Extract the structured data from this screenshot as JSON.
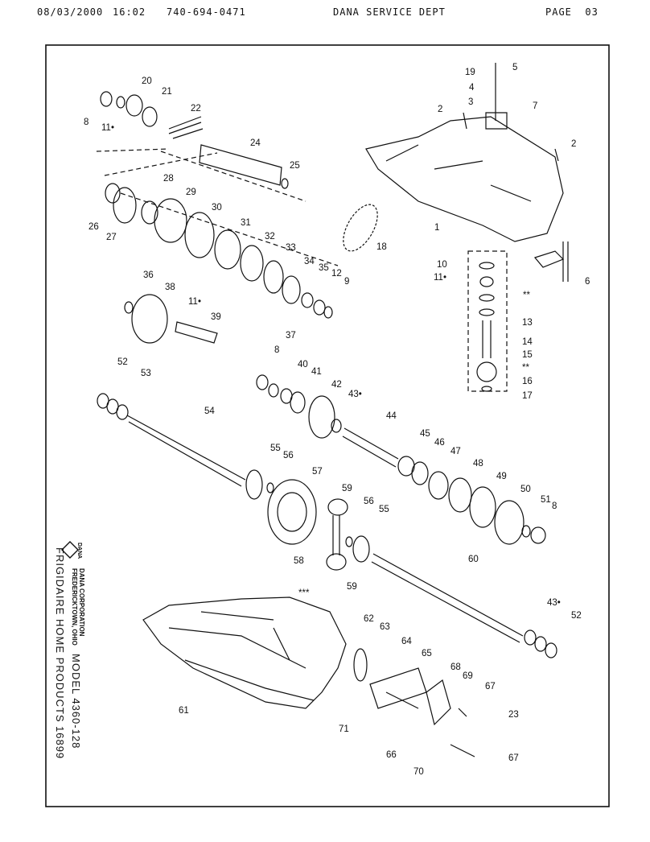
{
  "header": {
    "date": "08/03/2000",
    "time": "16:02",
    "phone": "740-694-0471",
    "sender": "DANA SERVICE DEPT",
    "page": "PAGE  03"
  },
  "sidebar": {
    "logo_text": "DANA",
    "corp_name": "DANA CORPORATION",
    "corp_city": "FREDERICKTOWN, OHIO",
    "brand": "FRIGIDAIRE HOME PRODUCTS",
    "model": "MODEL  4360-128",
    "serial": "16899"
  },
  "callouts": [
    "20",
    "21",
    "22",
    "8",
    "11•",
    "24",
    "25",
    "28",
    "29",
    "26",
    "27",
    "30",
    "31",
    "32",
    "33",
    "34",
    "35",
    "12",
    "9",
    "36",
    "38",
    "11•",
    "39",
    "19",
    "5",
    "4",
    "3",
    "2",
    "7",
    "2",
    "1",
    "18",
    "10",
    "11•",
    "**",
    "13",
    "14",
    "15",
    "**",
    "16",
    "17",
    "6",
    "52",
    "53",
    "8",
    "37",
    "40",
    "41",
    "42",
    "43•",
    "54",
    "44",
    "45",
    "46",
    "47",
    "48",
    "49",
    "50",
    "51",
    "8",
    "55",
    "56",
    "57",
    "59",
    "56",
    "55",
    "58",
    "59",
    "60",
    "***",
    "43•",
    "52",
    "62",
    "63",
    "64",
    "65",
    "68",
    "69",
    "67",
    "61",
    "71",
    "23",
    "66",
    "70",
    "67"
  ]
}
